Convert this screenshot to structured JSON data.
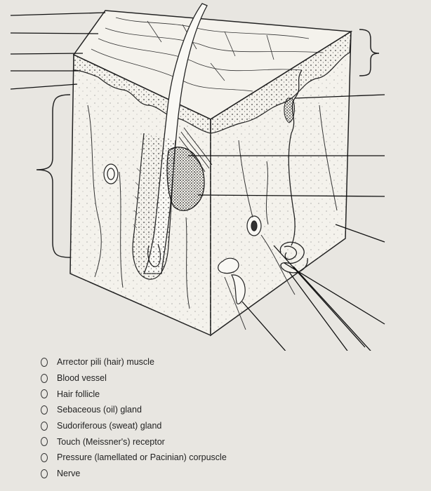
{
  "diagram": {
    "options": [
      {
        "label": "Arrector pili (hair) muscle"
      },
      {
        "label": "Blood vessel"
      },
      {
        "label": "Hair follicle"
      },
      {
        "label": "Sebaceous (oil) gland"
      },
      {
        "label": "Sudoriferous (sweat) gland"
      },
      {
        "label": "Touch (Meissner's) receptor"
      },
      {
        "label": "Pressure (lamellated or Pacinian) corpuscle"
      },
      {
        "label": "Nerve"
      }
    ],
    "colors": {
      "background": "#e8e6e1",
      "ink": "#222222",
      "tissue": "#f4f2ec"
    }
  }
}
